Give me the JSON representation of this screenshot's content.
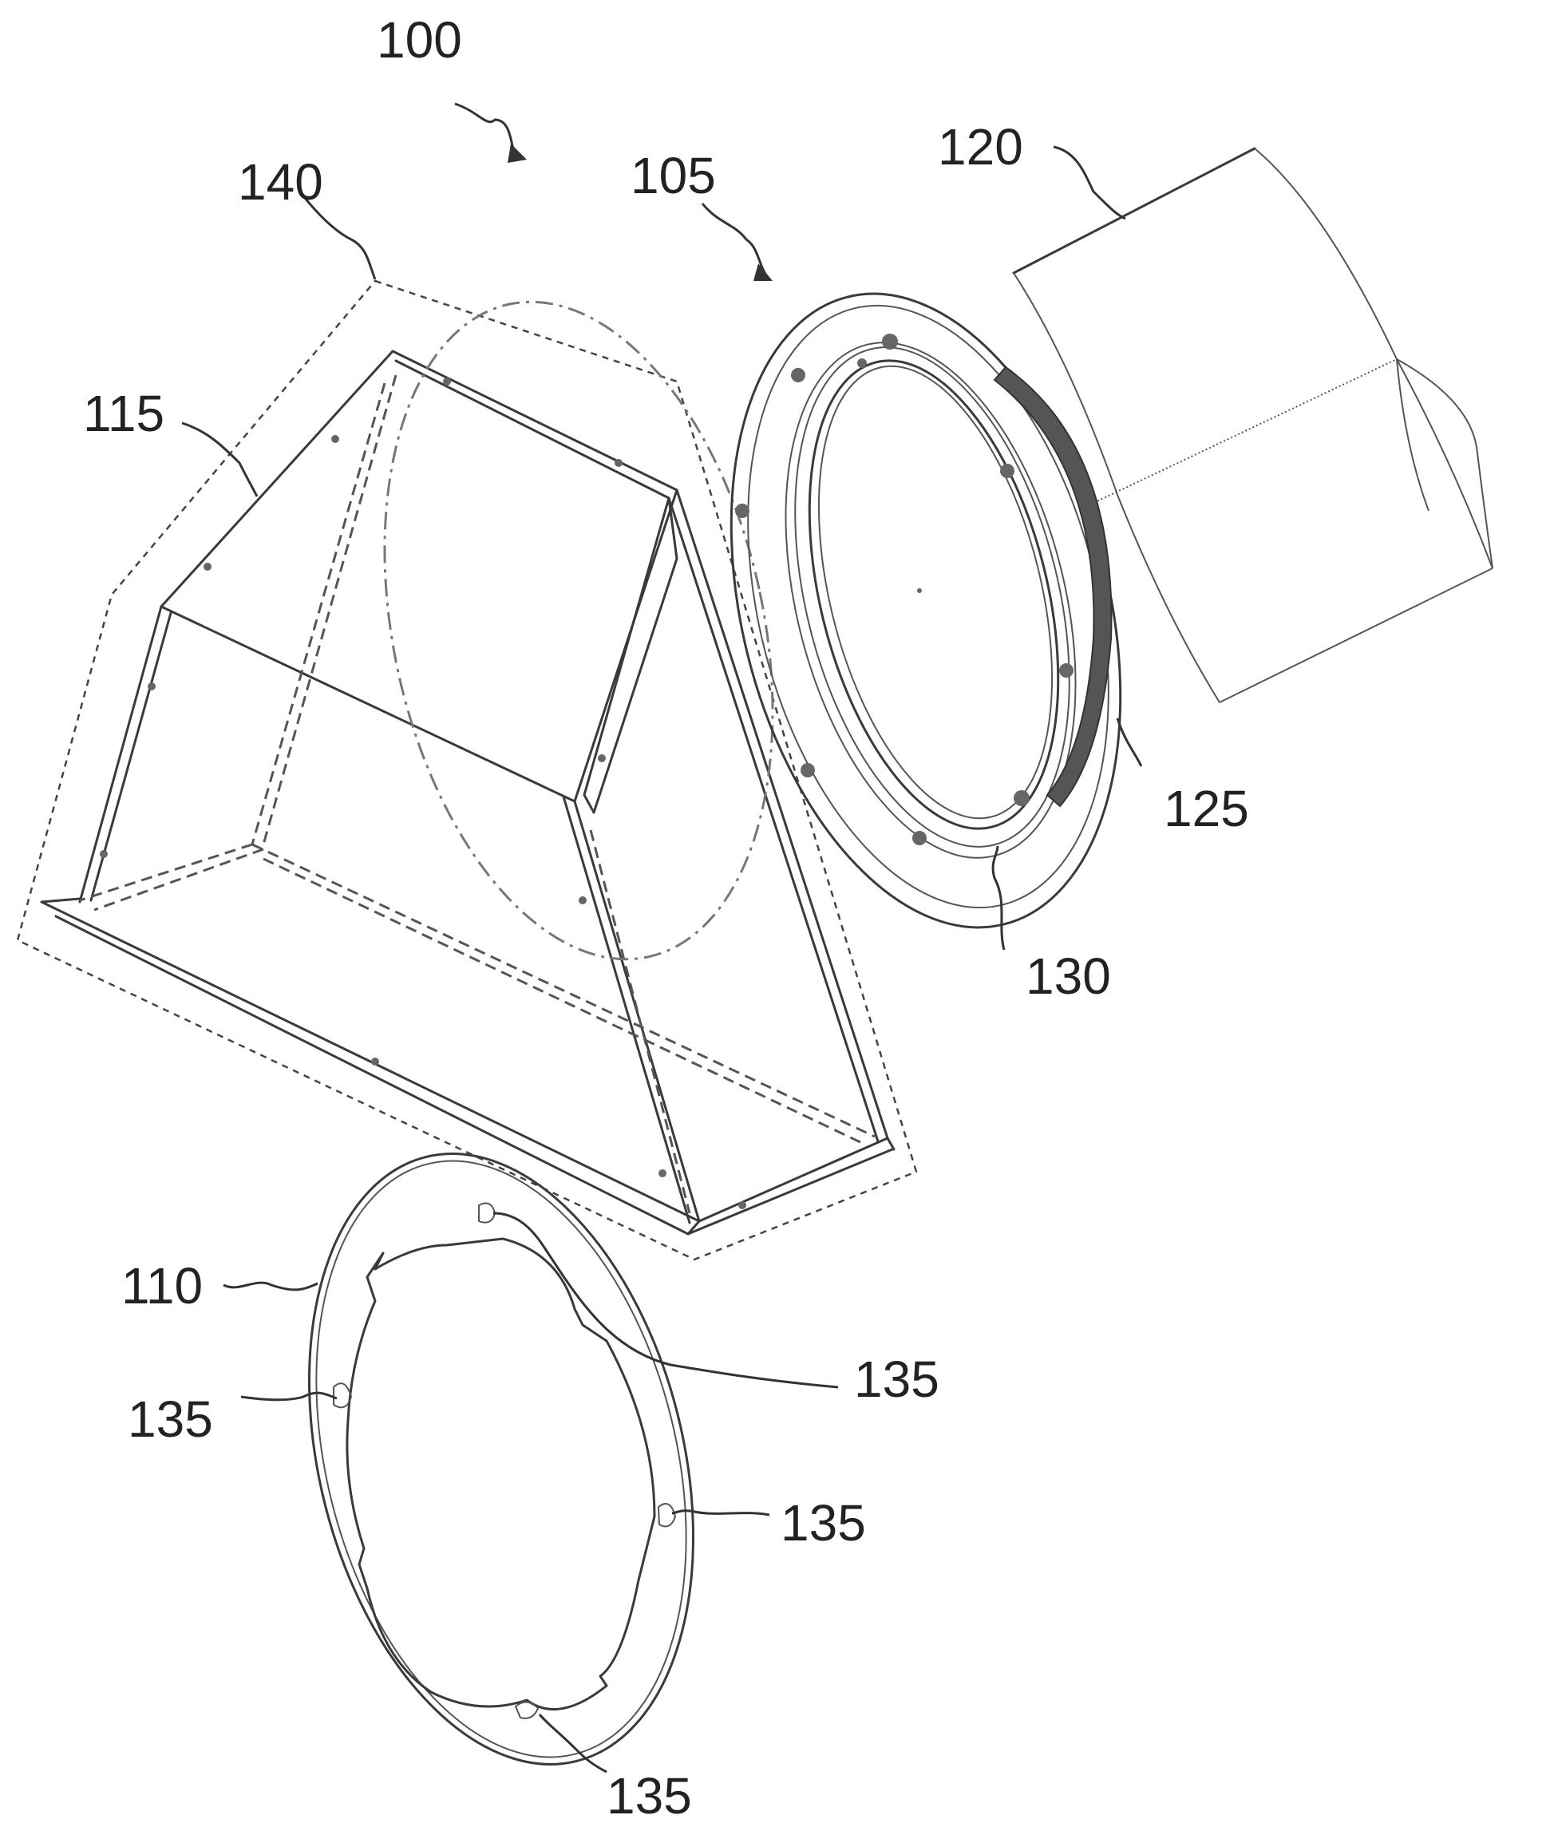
{
  "figure": {
    "labels": {
      "assembly": "100",
      "flange_assembly": "105",
      "ring": "110",
      "housing": "115",
      "duct": "120",
      "seal": "125",
      "flange": "130",
      "tab_top": "135",
      "tab_left": "135",
      "tab_right": "135",
      "tab_bottom": "135",
      "envelope": "140"
    }
  }
}
